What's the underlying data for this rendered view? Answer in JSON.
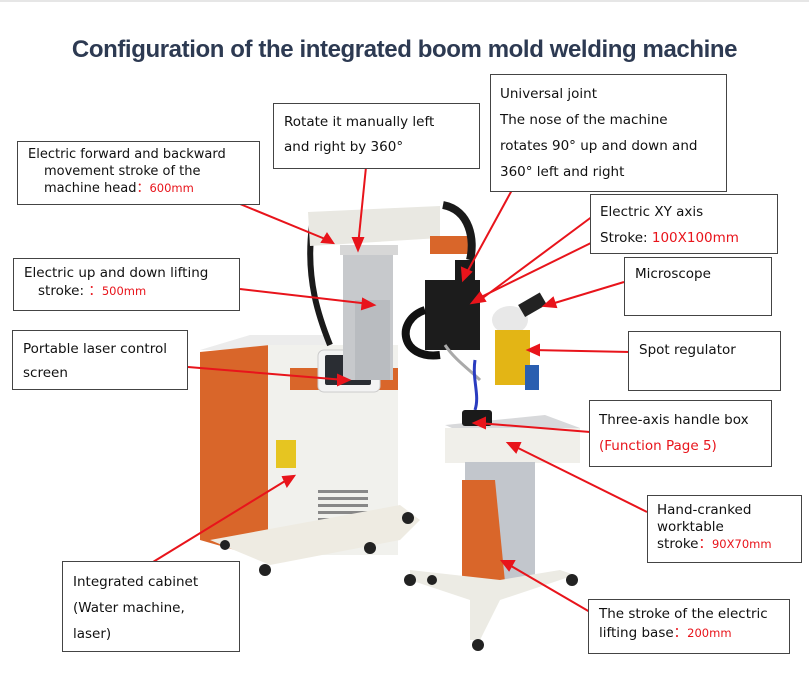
{
  "title": "Configuration of the integrated boom mold welding machine",
  "colors": {
    "accent_red": "#e8141b",
    "title": "#2d3a52",
    "machine_orange": "#d9662a"
  },
  "labels": {
    "forward_backward": {
      "lines": [
        "Electric forward and backward",
        "movement stroke of the",
        "machine head"
      ],
      "sep": "：",
      "value": "600mm"
    },
    "rotate": {
      "lines": [
        "Rotate it manually left",
        "and right by 360°"
      ]
    },
    "universal_joint": {
      "lines": [
        "Universal joint",
        "The nose of the machine",
        "rotates 90° up and down and",
        "360° left and right"
      ]
    },
    "xy_axis": {
      "line1": "Electric XY axis",
      "prefix": "Stroke: ",
      "value": "100X100mm"
    },
    "lifting": {
      "line1": "Electric up and down lifting",
      "prefix": "stroke: ",
      "sep": "：",
      "value": "500mm"
    },
    "microscope": {
      "text": "Microscope"
    },
    "control_screen": {
      "lines": [
        "Portable laser control",
        "screen"
      ]
    },
    "spot_regulator": {
      "text": "Spot regulator"
    },
    "handle_box": {
      "line1": "Three-axis handle box",
      "note": "(Function Page 5)"
    },
    "worktable": {
      "lines": [
        "Hand-cranked",
        "worktable"
      ],
      "prefix": "stroke",
      "sep": "：",
      "value": "90X70mm"
    },
    "cabinet": {
      "lines": [
        "Integrated cabinet",
        "(Water machine,",
        "laser)"
      ]
    },
    "lifting_base": {
      "line1": "The stroke of the electric",
      "prefix": "lifting base",
      "sep": "：",
      "value": "200mm"
    }
  }
}
